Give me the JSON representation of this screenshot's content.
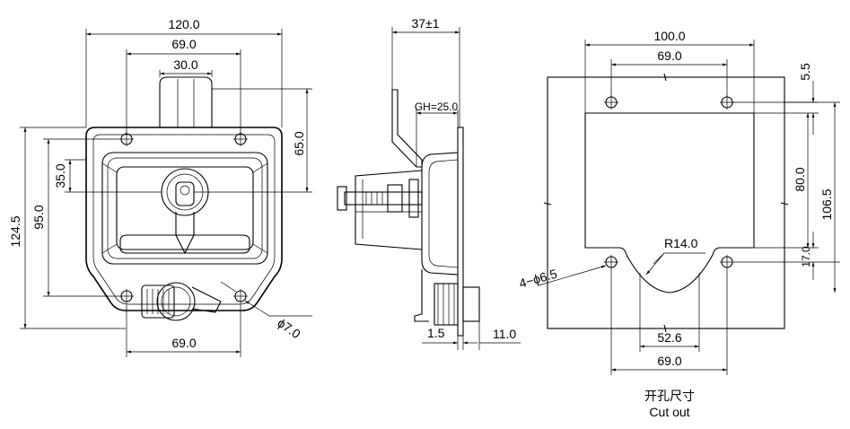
{
  "front_view": {
    "dim_width_overall": "120.0",
    "dim_hole_spacing_top": "69.0",
    "dim_handle_width": "30.0",
    "dim_height_right": "65.0",
    "dim_height_inner": "35.0",
    "dim_height_95": "95.0",
    "dim_height_overall": "124.5",
    "dim_hole_spacing_bottom": "69.0",
    "dim_hole_diameter": "ϕ7.0"
  },
  "side_view": {
    "dim_depth": "37±1",
    "dim_grip": "GH=25.0",
    "dim_plate": "1.5",
    "dim_back": "11.0"
  },
  "cutout_view": {
    "dim_width_top": "100.0",
    "dim_hole_spacing_top": "69.0",
    "dim_offset_top": "5.5",
    "dim_height_80": "80.0",
    "dim_height_106": "106.5",
    "dim_radius": "R14.0",
    "dim_holes": "4−ϕ6.5",
    "dim_offset_bottom": "17.0",
    "dim_arc_width": "52.6",
    "dim_hole_spacing_bottom": "69.0",
    "caption_cn": "开孔尺寸",
    "caption_en": "Cut out"
  }
}
